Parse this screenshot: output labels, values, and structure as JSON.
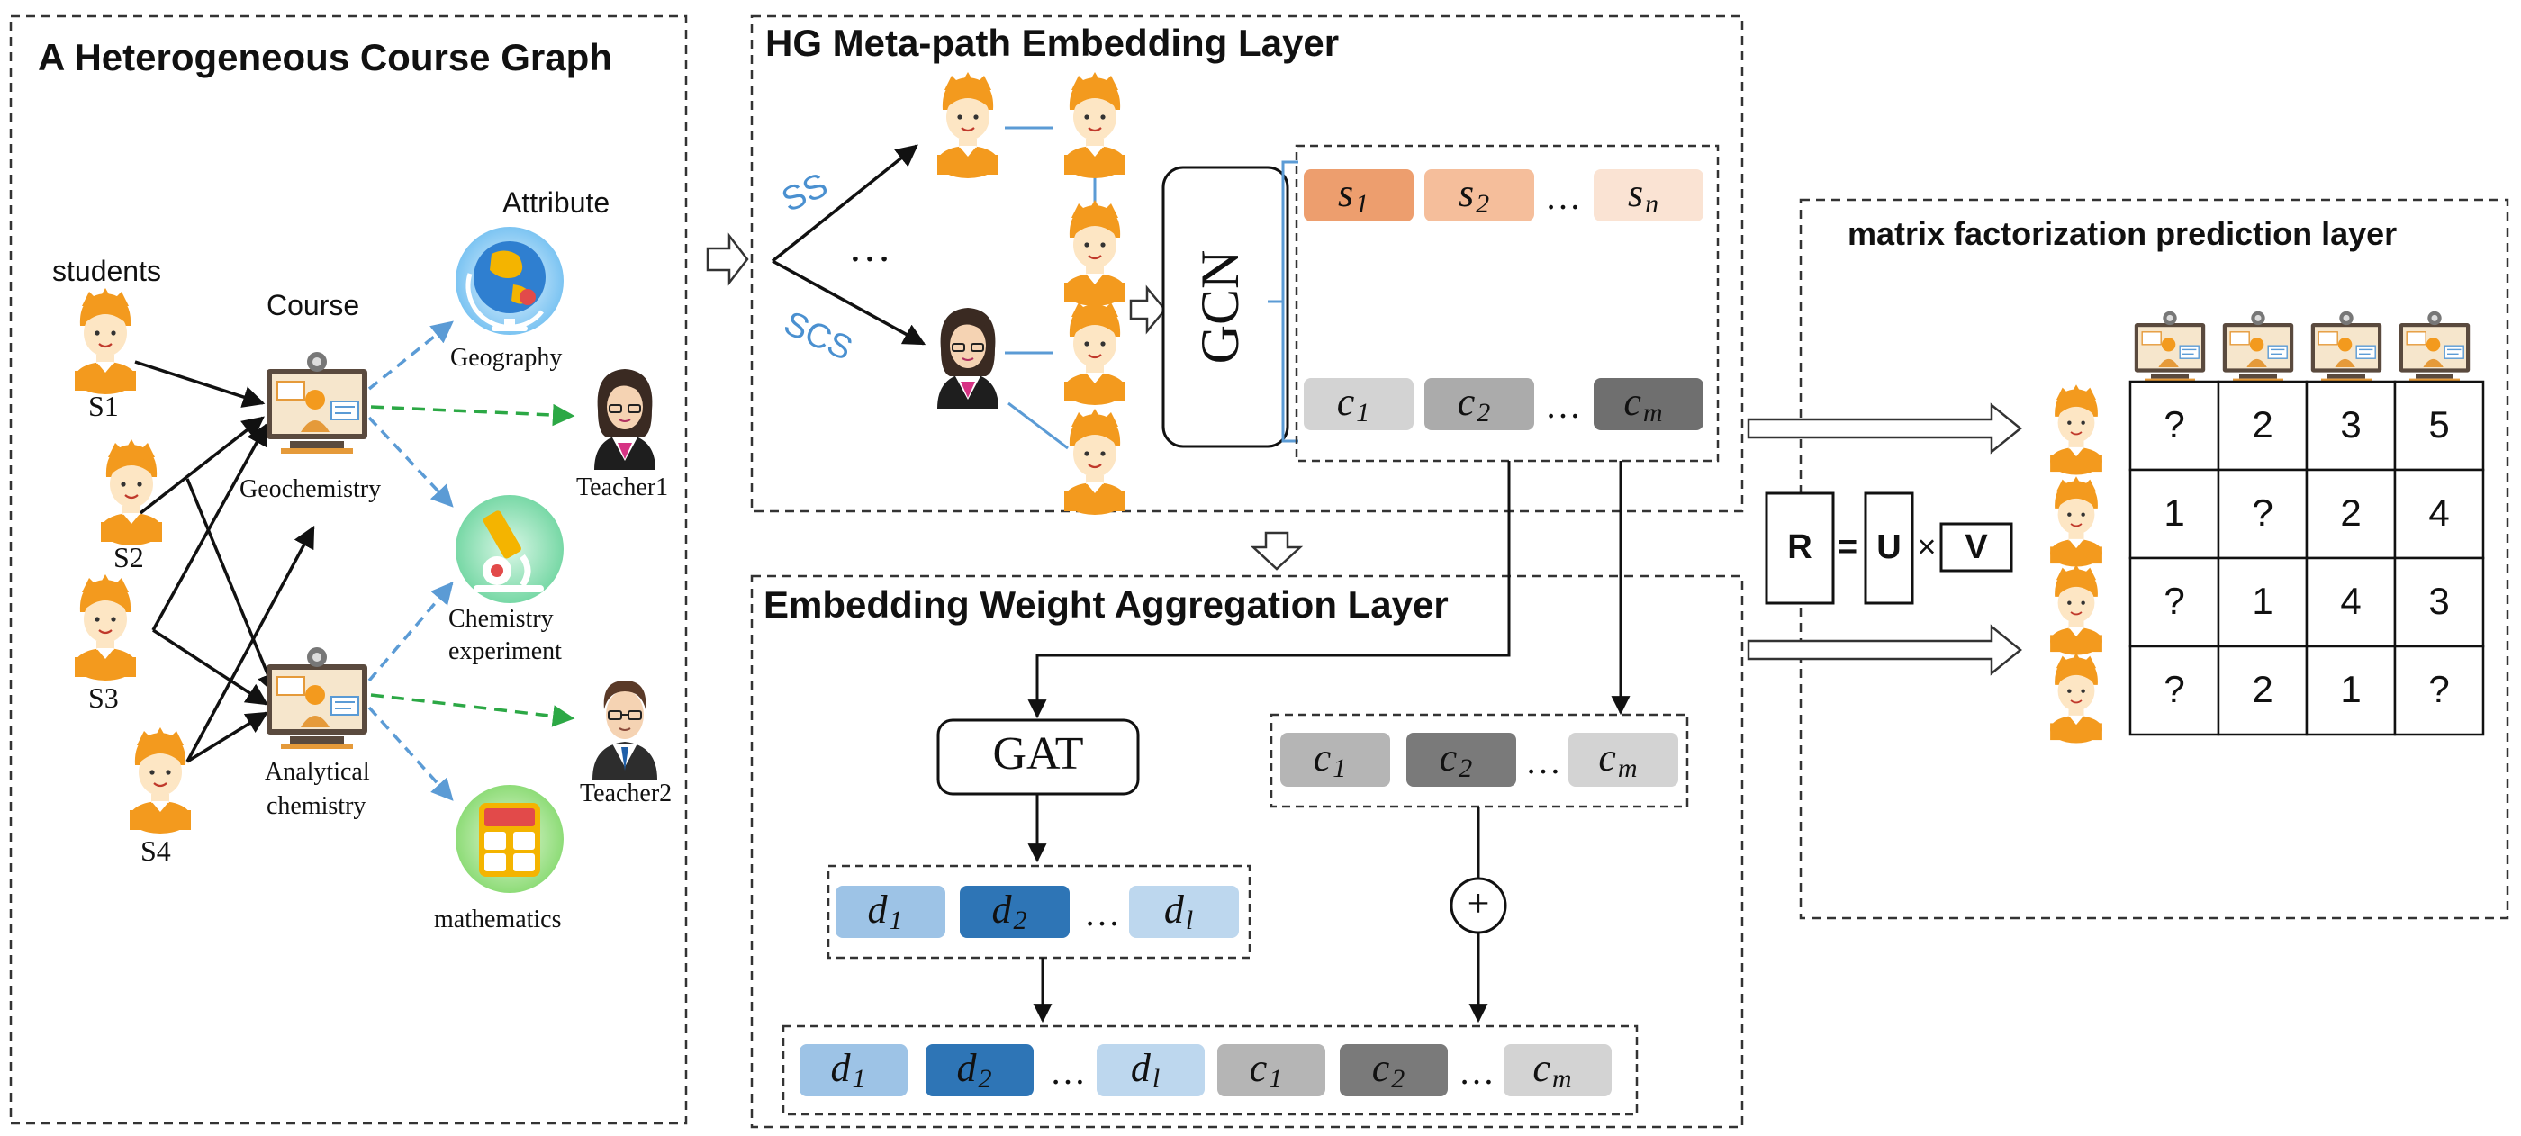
{
  "panels": {
    "graph_title": "A Heterogeneous Course Graph",
    "metapath_title": "HG Meta-path Embedding Layer",
    "aggregation_title": "Embedding Weight Aggregation Layer",
    "mf_title": "matrix factorization prediction layer"
  },
  "graph": {
    "students_label": "students",
    "course_label": "Course",
    "attribute_label": "Attribute",
    "students": [
      "S1",
      "S2",
      "S3",
      "S4"
    ],
    "courses": [
      "Geochemistry",
      "Analytical",
      "chemistry"
    ],
    "attributes": [
      "Geography",
      "Chemistry",
      "experiment",
      "mathematics"
    ],
    "teachers": [
      "Teacher1",
      "Teacher2"
    ]
  },
  "metapath": {
    "ss": "SS",
    "scs": "SCS",
    "ellipsis": "…",
    "gcn": "GCN",
    "s_vec": [
      {
        "base": "s",
        "sub": "1",
        "color": "#ED9E6E"
      },
      {
        "base": "s",
        "sub": "2",
        "color": "#F5BE9B"
      },
      {
        "base": "s",
        "sub": "n",
        "color": "#FAE3D3"
      }
    ],
    "c_vec": [
      {
        "base": "c",
        "sub": "1",
        "color": "#D3D3D3"
      },
      {
        "base": "c",
        "sub": "2",
        "color": "#ABABAB"
      },
      {
        "base": "c",
        "sub": "m",
        "color": "#6F6F6F"
      }
    ],
    "dots": "…"
  },
  "aggregation": {
    "gat": "GAT",
    "plus": "+",
    "dots": "…",
    "c_vec": [
      {
        "base": "c",
        "sub": "1",
        "color": "#B5B5B5"
      },
      {
        "base": "c",
        "sub": "2",
        "color": "#7A7A7A"
      },
      {
        "base": "c",
        "sub": "m",
        "color": "#D3D3D3"
      }
    ],
    "d_vec": [
      {
        "base": "d",
        "sub": "1",
        "color": "#9DC3E6"
      },
      {
        "base": "d",
        "sub": "2",
        "color": "#2E75B6"
      },
      {
        "base": "d",
        "sub": "l",
        "color": "#BDD7EE"
      }
    ],
    "final_vec": [
      {
        "base": "d",
        "sub": "1",
        "color": "#9DC3E6"
      },
      {
        "base": "d",
        "sub": "2",
        "color": "#2E75B6"
      },
      {
        "base": "d",
        "sub": "l",
        "color": "#BDD7EE"
      },
      {
        "base": "c",
        "sub": "1",
        "color": "#B5B5B5"
      },
      {
        "base": "c",
        "sub": "2",
        "color": "#7A7A7A"
      },
      {
        "base": "c",
        "sub": "m",
        "color": "#D3D3D3"
      }
    ]
  },
  "mf": {
    "r": "R",
    "eq": "=",
    "u": "U",
    "times": "×",
    "v": "V",
    "matrix": [
      [
        "?",
        "2",
        "3",
        "5"
      ],
      [
        "1",
        "?",
        "2",
        "4"
      ],
      [
        "?",
        "1",
        "4",
        "3"
      ],
      [
        "?",
        "2",
        "1",
        "?"
      ]
    ]
  },
  "colors": {
    "student_orange": "#F39A1E",
    "course_tan": "#E9C89A",
    "edge_black": "#111111",
    "attr_blue": "#5B9BD5",
    "teacher_green": "#2CA845",
    "metapath_blue": "#4A90D0"
  },
  "icons": [
    "student-icon",
    "teacher-icon",
    "course-monitor-icon",
    "globe-icon",
    "microscope-icon",
    "calculator-icon"
  ]
}
